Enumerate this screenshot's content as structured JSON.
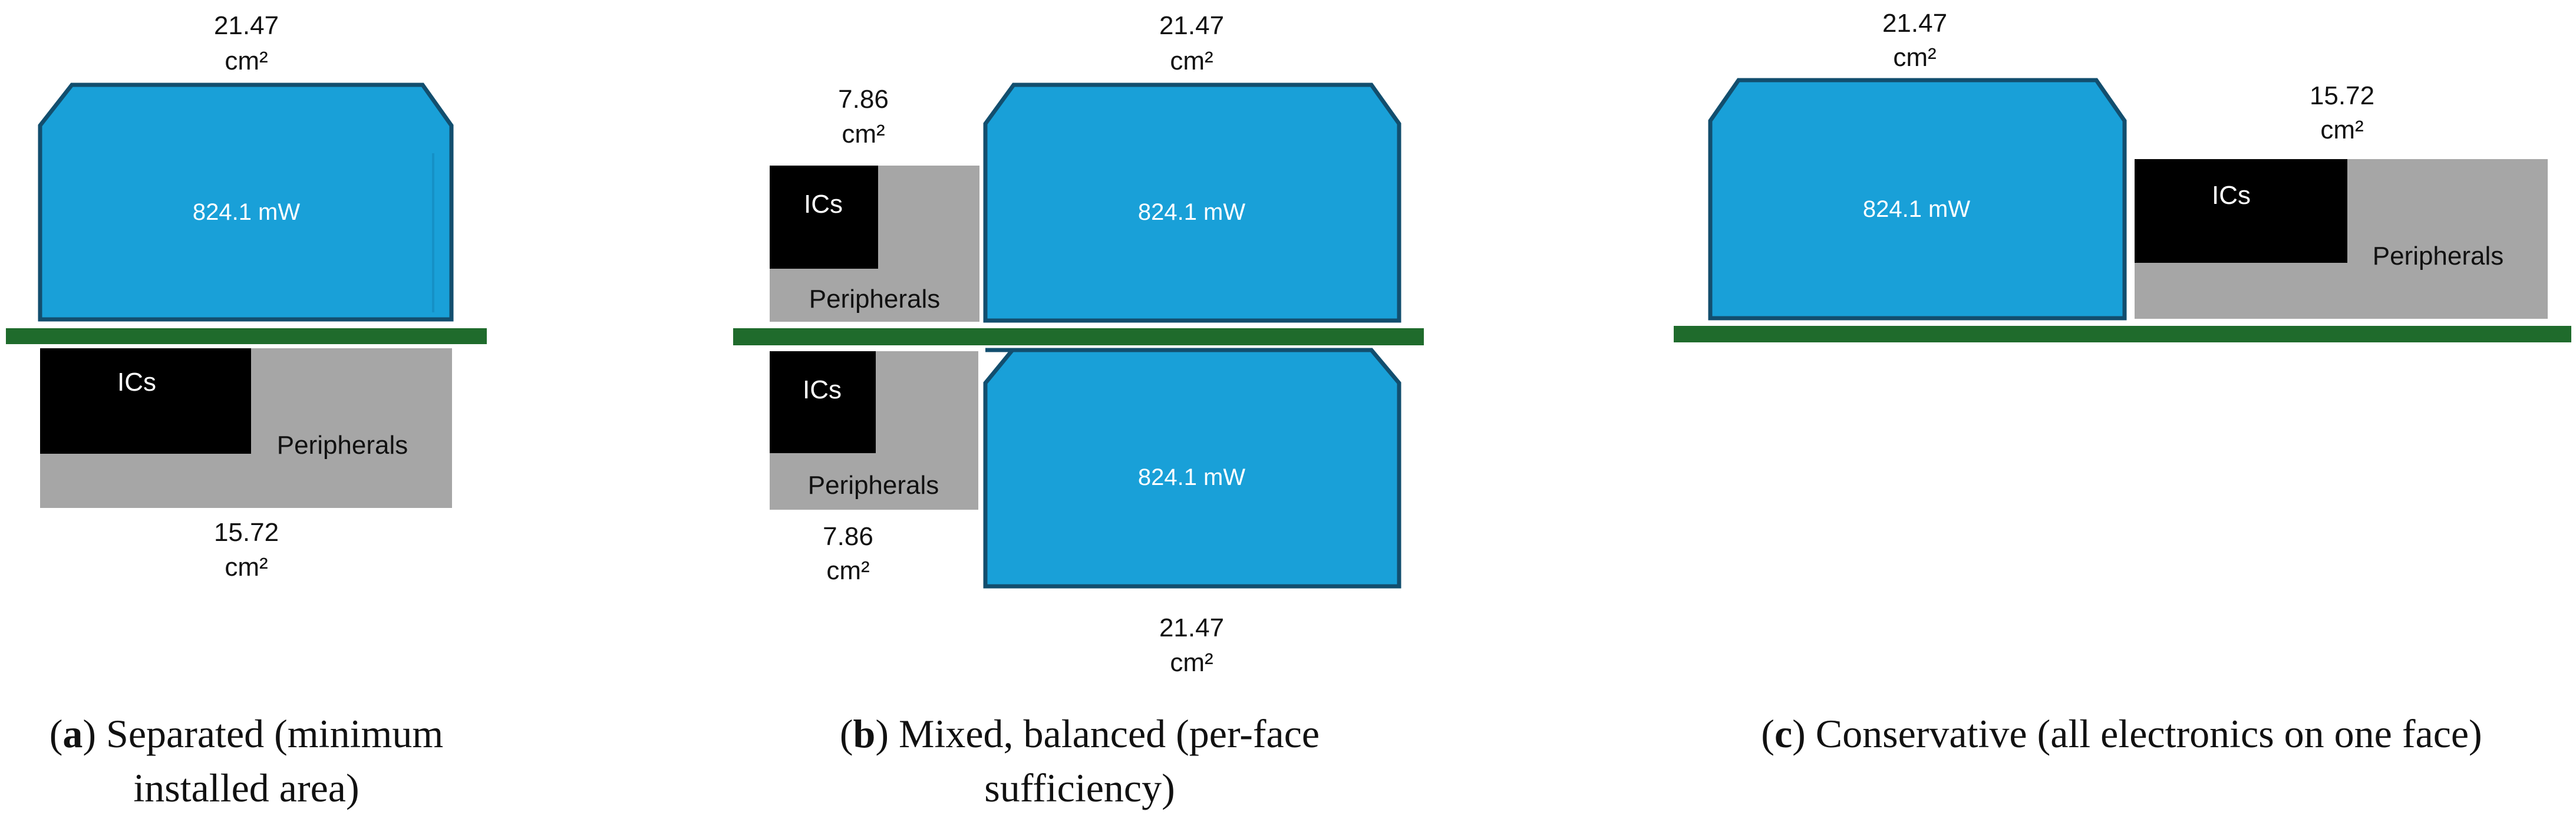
{
  "colors": {
    "battery_fill": "#19a0d8",
    "battery_stroke": "#124e6e",
    "ic": "#000000",
    "peripheral": "#a6a6a6",
    "board": "#1f6b2c",
    "text_dark": "#111111",
    "text_light": "#ffffff"
  },
  "panels": [
    {
      "id": "a",
      "caption_letter": "a",
      "caption_line1": ") Separated (minimum",
      "caption_line2": "installed area)",
      "battery_top": {
        "label": "824.1 mW",
        "area_value": "21.47",
        "area_unit": "cm²"
      },
      "electronics_bottom": {
        "ics": "ICs",
        "peripherals": "Peripherals",
        "area_value": "15.72",
        "area_unit": "cm²"
      }
    },
    {
      "id": "b",
      "caption_letter": "b",
      "caption_line1": ") Mixed, balanced (per-face",
      "caption_line2": "sufficiency)",
      "battery_top": {
        "label": "824.1 mW",
        "area_value": "21.47",
        "area_unit": "cm²"
      },
      "battery_bottom": {
        "label": "824.1 mW",
        "area_value": "21.47",
        "area_unit": "cm²"
      },
      "electronics_top": {
        "ics": "ICs",
        "peripherals": "Peripherals",
        "area_value": "7.86",
        "area_unit": "cm²"
      },
      "electronics_bottom": {
        "ics": "ICs",
        "peripherals": "Peripherals",
        "area_value": "7.86",
        "area_unit": "cm²"
      }
    },
    {
      "id": "c",
      "caption_letter": "c",
      "caption_line1": ") Conservative (all electronics on one face)",
      "battery_top": {
        "label": "824.1 mW",
        "area_value": "21.47",
        "area_unit": "cm²"
      },
      "electronics_top": {
        "ics": "ICs",
        "peripherals": "Peripherals",
        "area_value": "15.72",
        "area_unit": "cm²"
      }
    }
  ]
}
